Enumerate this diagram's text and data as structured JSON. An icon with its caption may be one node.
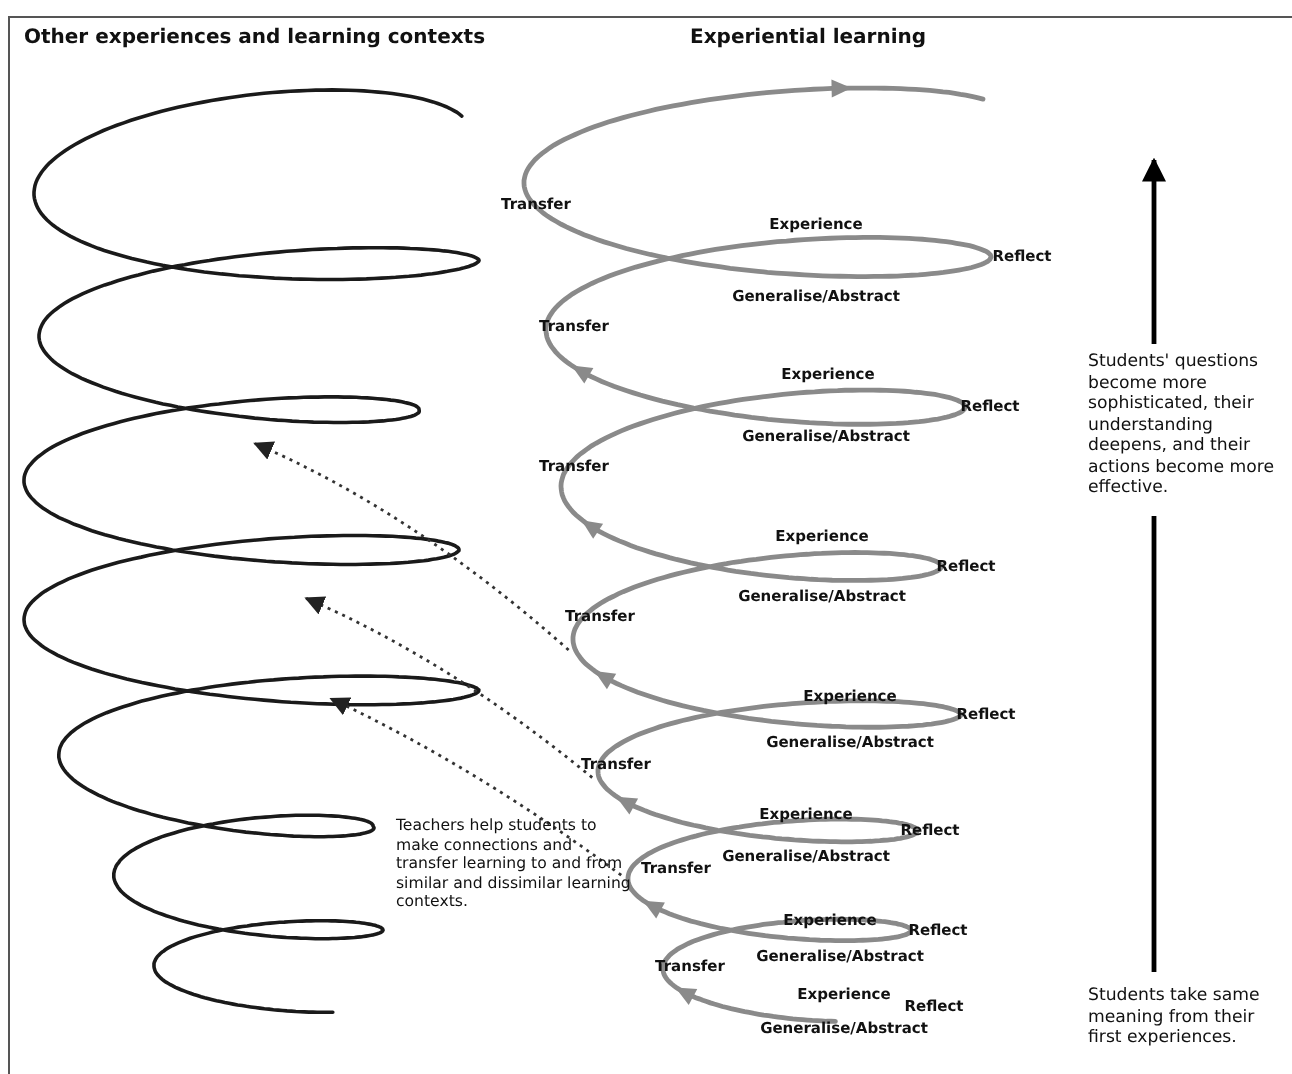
{
  "diagram": {
    "nodes": [
      {
        "text": [],
        "shape": "spiral"
      },
      {
        "text": [],
        "shape": "spiral"
      }
    ],
    "edges": [
      {
        "from": 1,
        "to": 0,
        "arrow": "to",
        "style": "dashed"
      },
      {
        "from": 1,
        "to": 0,
        "arrow": "to",
        "style": "dashed"
      },
      {
        "from": 1,
        "to": 0,
        "arrow": "to",
        "style": "dashed"
      }
    ],
    "labels": [
      "Other experiences and learning contexts",
      "Experiential learning",
      "Transfer",
      "Experience",
      "Reflect",
      "Generalise/Abstract",
      "Transfer",
      "Experience",
      "Reflect",
      "Generalise/Abstract",
      "Students' questions become more sophisticated, their understanding deepens, and their actions become more effective.",
      "Transfer",
      "Experience",
      "Reflect",
      "Generalise/Abstract",
      "Transfer",
      "Experience",
      "Reflect",
      "Generalise/Abstract",
      "Transfer",
      "Experience",
      "Reflect",
      "Generalise/Abstract",
      "Teachers help students to make connections and transfer learning to and from similar and dissimilar learning contexts.",
      "Transfer",
      "Experience",
      "Reflect",
      "Generalise/Abstract",
      "Transfer",
      "Experience",
      "Reflect",
      "Generalise/Abstract",
      "Students take same meaning from their first experiences."
    ]
  }
}
